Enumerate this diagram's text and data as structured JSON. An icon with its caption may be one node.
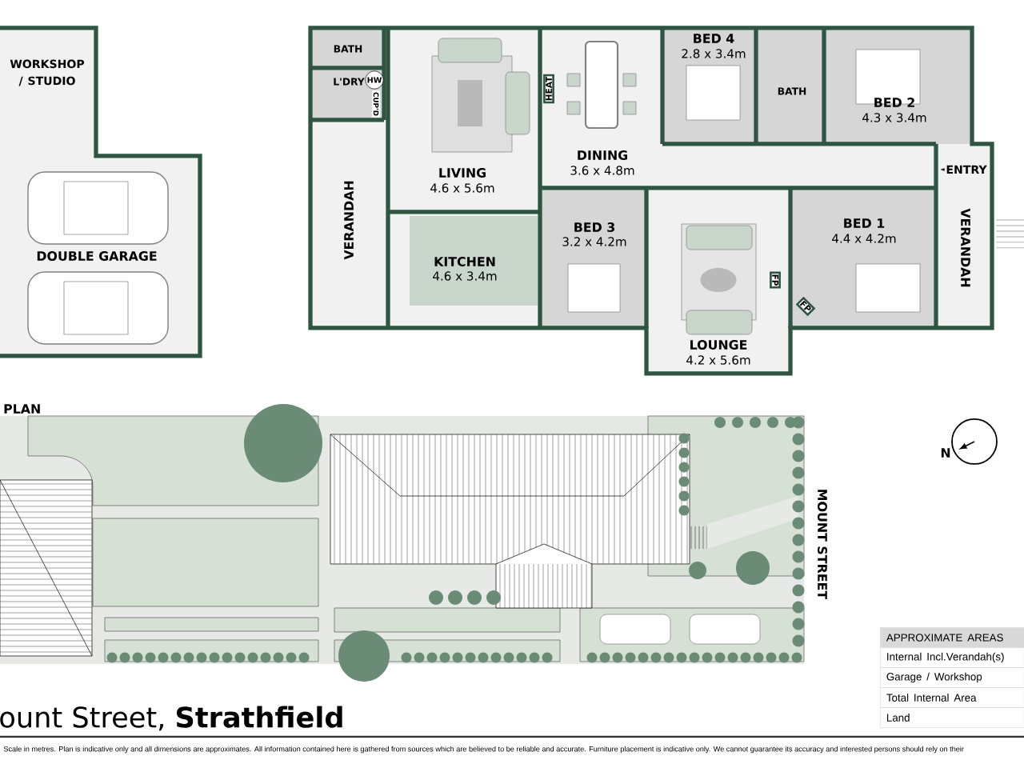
{
  "diagram": {
    "title": "ount Street, **Strathfield**",
    "caption": "Scale in metres. Plan is indicative only and all dimensions are approximates. All information contained here is gathered from sources which are believed to be reliable and accurate. Furniture placement is indicative only. We cannot guarantee its accuracy and interested persons should rely on their",
    "labels": [
      "WORKSHOP / STUDIO",
      "DOUBLE GARAGE",
      "BATH",
      "L'DRY",
      "HW",
      "CUP'D",
      "LIVING",
      "4.6 x 5.6m",
      "HEAT",
      "DINING",
      "3.6 x 4.8m",
      "BED 4",
      "2.8 x 3.4m",
      "BATH",
      "BED 2",
      "4.3 x 3.4m",
      "ENTRY",
      "VERANDAH",
      "KITCHEN",
      "4.6 x 3.4m",
      "BED 3",
      "3.2 x 4.2m",
      "BED 1",
      "4.4 x 4.2m",
      "VERANDAH",
      "FP",
      "FP",
      "LOUNGE",
      "4.2 x 5.6m",
      "PLAN",
      "MOUNT STREET",
      "N",
      "APPROXIMATE AREAS",
      "Internal Incl.Verandah(s)",
      "Garage / Workshop",
      "Total Internal Area",
      "Land"
    ]
  }
}
